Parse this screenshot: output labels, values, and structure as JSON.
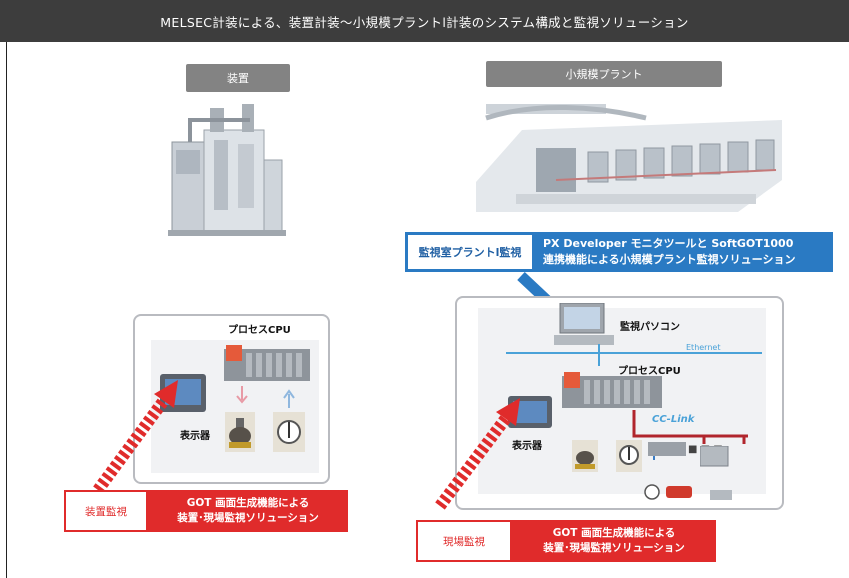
{
  "header": {
    "title": "MELSEC計装による、装置計装～小規模プラントl計装のシステム構成と監視ソリューション"
  },
  "left": {
    "section_label": "装置",
    "cpu_label": "プロセスCPU",
    "display_label": "表示器",
    "monitor": {
      "tag": "装置監視",
      "line1": "GOT 画面生成機能による",
      "line2": "装置･現場監視ソリューション"
    }
  },
  "right": {
    "section_label": "小規模プラント",
    "control_room": {
      "tag": "監視室プラントl監視",
      "line1": "PX Developer モニタツールと SoftGOT1000",
      "line2": "連携機能による小規模プラント監視ソリューション"
    },
    "pc_label": "監視パソコン",
    "ethernet_label": "Ethernet",
    "cpu_label": "プロセスCPU",
    "cclink_label": "CC-Link",
    "display_label": "表示器",
    "field": {
      "tag": "現場監視",
      "line1": "GOT 画面生成機能による",
      "line2": "装置･現場監視ソリューション"
    }
  },
  "colors": {
    "header_bg": "#3d3d3d",
    "red": "#e02b2b",
    "blue": "#2a7ac3",
    "tag_gray": "#838383"
  }
}
